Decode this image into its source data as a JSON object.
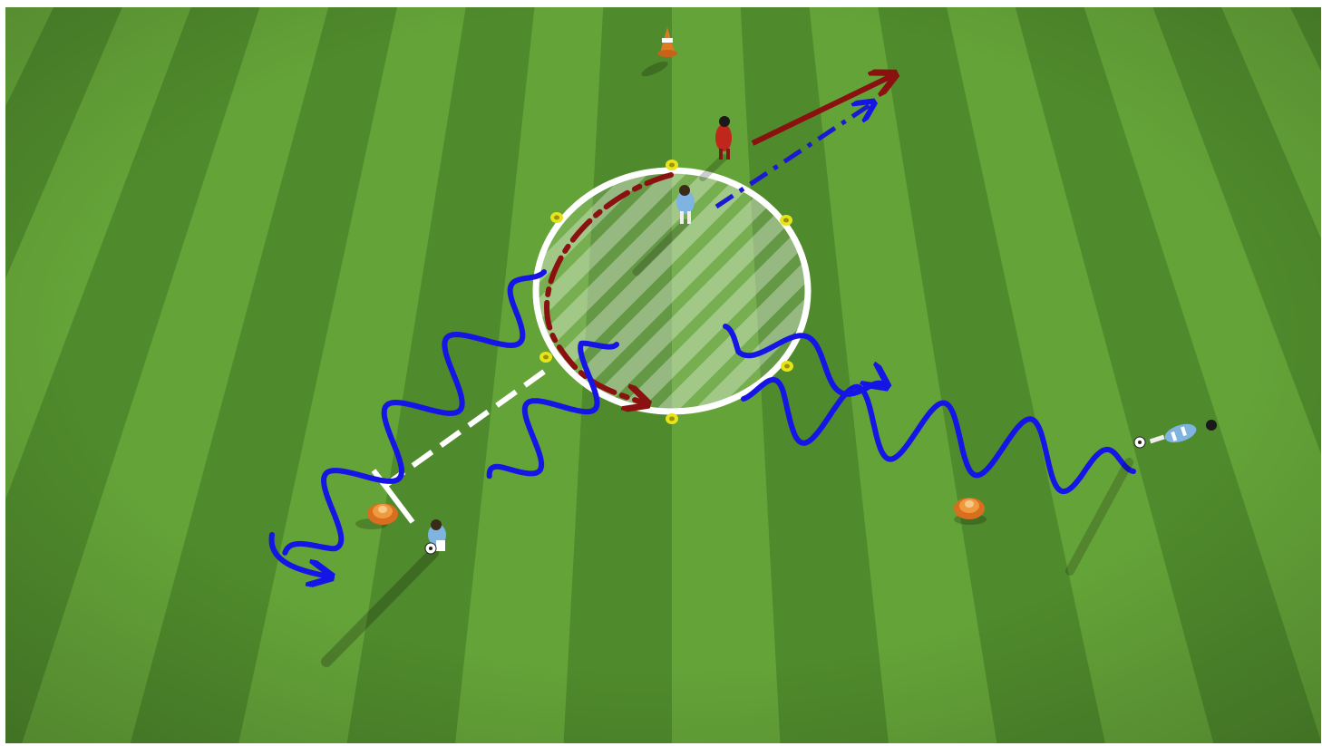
{
  "diagram": {
    "kind": "soccer-drill",
    "text": "",
    "colors": {
      "grass_dark": "#4f8a2c",
      "grass_light": "#66a53a",
      "zone_circle": "#ffffff",
      "dribble_path": "#1515e6",
      "defender_run": "#8b1010",
      "attacker_pass": "#1a1ad0",
      "marker": "#e8e41a",
      "cone": "#e07a20"
    },
    "elements": {
      "cones": [
        "cone-top",
        "cone-left",
        "cone-right"
      ],
      "markers": [
        "marker-top",
        "marker-top-left",
        "marker-top-right",
        "marker-left",
        "marker-right",
        "marker-bottom"
      ],
      "players": [
        "attacker-left",
        "attacker-right",
        "attacker-center",
        "defender-top"
      ],
      "icons": [
        "soccer-ball-icon",
        "player-icon",
        "cone-icon"
      ]
    }
  }
}
